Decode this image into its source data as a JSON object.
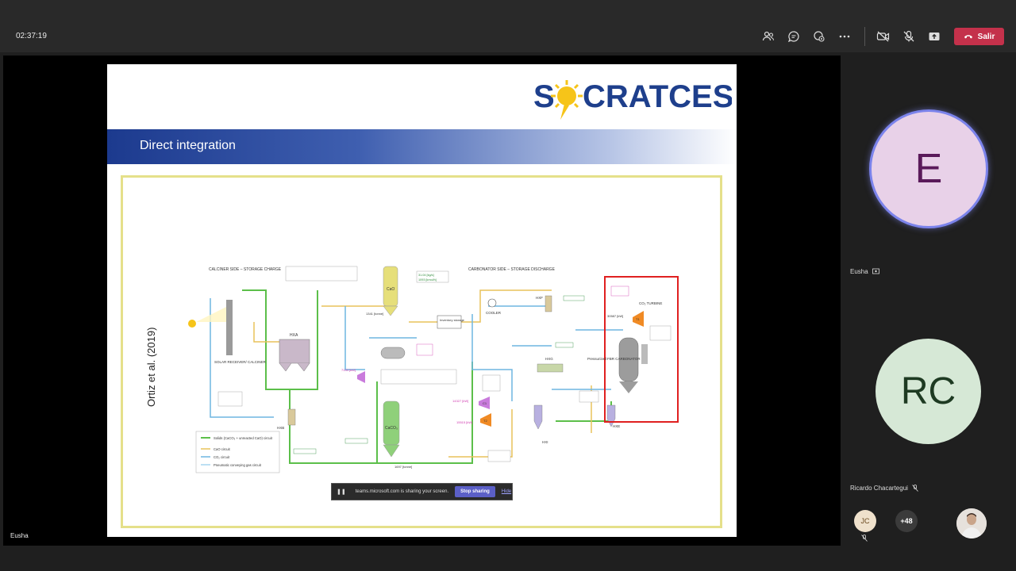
{
  "topbar": {
    "timer": "02:37:19",
    "leave_label": "Salir",
    "icons": [
      "participants-icon",
      "chat-icon",
      "reactions-icon",
      "more-icon",
      "camera-off-icon",
      "mic-off-icon",
      "share-icon"
    ]
  },
  "slide": {
    "logo_text": "S   CRATCES",
    "title": "Direct integration",
    "citation": "Ortiz et al. (2019)",
    "diagram": {
      "calciner_header": "CALCINER SIDE – STORAGE CHARGE",
      "carbonator_header": "CARBONATOR SIDE – STORAGE DISCHARGE",
      "labels": {
        "solar_receiver": "SOLAR RECEIVER/ CALCINER",
        "hxa": "HXA",
        "hxb": "HXB",
        "cao": "CaO",
        "co2_tank": "CaCO₃",
        "inventory": "Inventory storage",
        "cooler": "COOLER",
        "hxf": "HXF",
        "hxg": "HXG",
        "hxi": "HXI",
        "hxe": "HXE",
        "co2_turbine": "CO₂ TURBINE",
        "carbonator": "Pressurized FBR CARBONATOR",
        "c1": "C1",
        "t2": "T2",
        "t1": "T1"
      },
      "values": {
        "v1341": "1341 [tonne]",
        "v1697": "1697 [tonne]",
        "v7133": "7133 [kW]",
        "v14327": "14327 [kW]",
        "v15515": "15515 [kW]",
        "v30587": "30587 [kW]",
        "v31_04": "31.04 [kg/s]",
        "v1093": "1093 [kmol/h]"
      },
      "legend": [
        "Solids (CaCO₃ + unreacted CaO) circuit",
        "CaO circuit",
        "CO₂ circuit",
        "Pneumatic conveying gas circuit"
      ],
      "colors": {
        "solids": "#5cbf4a",
        "cao": "#e8c25a",
        "co2": "#6fb6e0",
        "gas": "#a7d6f0",
        "highlight": "#e02020"
      }
    }
  },
  "share_bar": {
    "message": "teams.microsoft.com is sharing your screen.",
    "stop_label": "Stop sharing",
    "hide_label": "Hide"
  },
  "presenter_name": "Eusha",
  "participants": {
    "e_initial": "E",
    "e_name": "Eusha",
    "rc_initials": "RC",
    "rc_name": "Ricardo Chacartegui",
    "jc_initials": "JC",
    "more_count": "+48"
  }
}
